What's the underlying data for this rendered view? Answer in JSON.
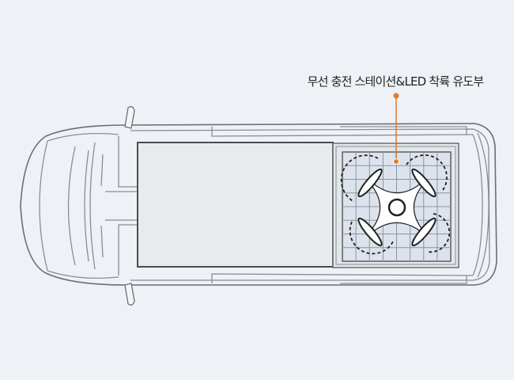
{
  "callout": {
    "label": "무선 충전 스테이션&LED 착륙 유도부",
    "color": "#e07b28"
  },
  "illustration": {
    "subject": "van-top-view",
    "feature": "drone-landing-pad"
  }
}
